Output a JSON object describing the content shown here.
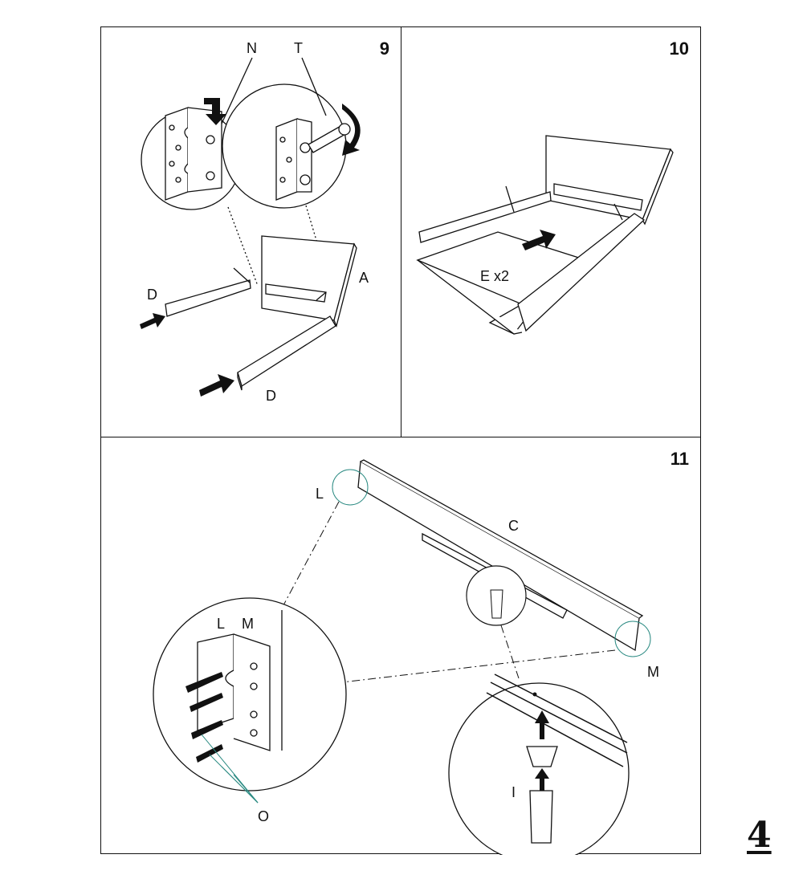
{
  "page_number": "4",
  "steps": [
    {
      "number": "9",
      "labels": {
        "n": "N",
        "t": "T",
        "a": "A",
        "d_left": "D",
        "d_bottom": "D"
      }
    },
    {
      "number": "10",
      "labels": {
        "e": "E x2"
      }
    },
    {
      "number": "11",
      "labels": {
        "l_top": "L",
        "c": "C",
        "m_right": "M",
        "l_detail": "L",
        "m_detail": "M",
        "o": "O",
        "i": "I"
      }
    }
  ],
  "colors": {
    "line": "#111111",
    "leader": "#2a8a82",
    "fill": "#ffffff"
  },
  "icons": [
    "arrow-icon",
    "rotate-arrow-icon",
    "screw-icon",
    "bracket-icon",
    "leg-icon"
  ]
}
